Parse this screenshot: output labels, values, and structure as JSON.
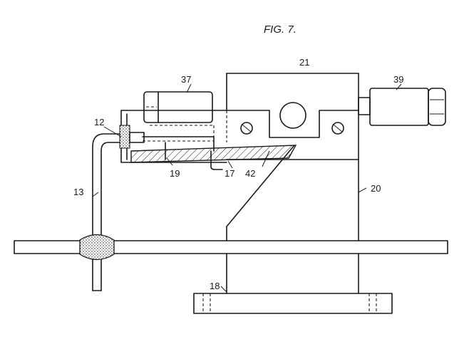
{
  "figure": {
    "title": "FIG. 7.",
    "labels": {
      "l12": "12",
      "l13": "13",
      "l17": "17",
      "l18": "18",
      "l19": "19",
      "l20": "20",
      "l21": "21",
      "l37": "37",
      "l39": "39",
      "l42": "42"
    }
  }
}
